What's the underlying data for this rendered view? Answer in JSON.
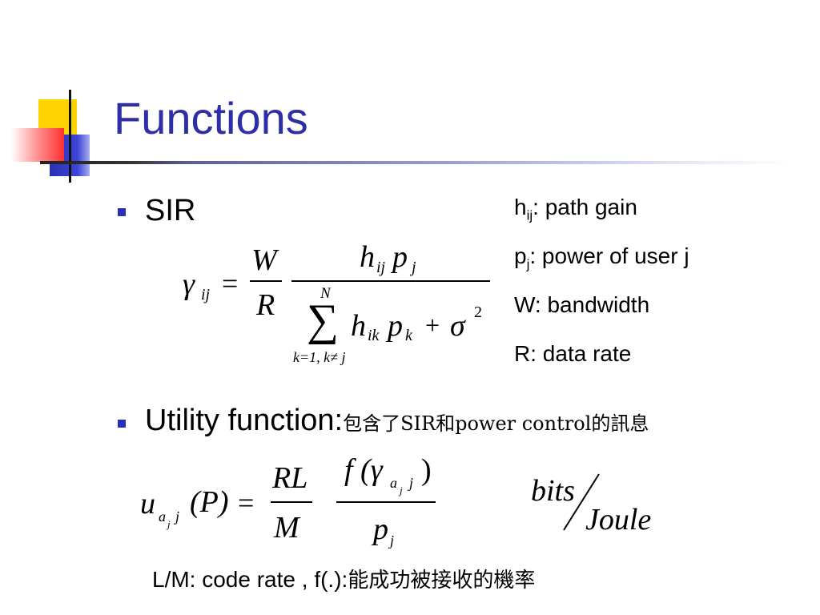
{
  "title": "Functions",
  "bullets": {
    "sir": "SIR",
    "utility_label": "Utility function:",
    "utility_note": "包含了SIR和power control的訊息"
  },
  "definitions": [
    {
      "sym": "h",
      "sub": "ij",
      "text": ": path gain"
    },
    {
      "sym": "p",
      "sub": "j",
      "text": ": power of user j"
    },
    {
      "sym": "W",
      "sub": "",
      "text": ": bandwidth"
    },
    {
      "sym": "R",
      "sub": "",
      "text": ": data rate"
    }
  ],
  "sir_formula": {
    "lhs": "γ",
    "lhs_sub": "ij",
    "eq": "=",
    "w": "W",
    "r": "R",
    "num_h": "h",
    "num_h_sub": "ij",
    "num_p": "p",
    "num_p_sub": "j",
    "sum": "∑",
    "sum_top": "N",
    "sum_bottom": "k=1, k≠ j",
    "den_h": "h",
    "den_h_sub": "ik",
    "den_p": "p",
    "den_p_sub": "k",
    "plus": "+",
    "sigma": "σ",
    "sigma_sup": "2"
  },
  "utility_formula": {
    "u": "u",
    "u_sub": "a",
    "u_sub_sub": "j",
    "u_sub2": "j",
    "arg": "(P)",
    "eq": "=",
    "rl": "RL",
    "m": "M",
    "f_open": "f (γ",
    "f_sub": "a",
    "f_sub_sub": "j",
    "f_sub2": "j",
    "f_close": ")",
    "p": "p",
    "p_sub": "j",
    "unit_top": "bits",
    "unit_bottom": "Joule"
  },
  "footnote": {
    "text": "L/M: code rate , f(.):",
    "cjk": "能成功被接收的機率"
  },
  "colors": {
    "title": "#2e2ea6",
    "bullet": "#2a2fb8",
    "accent_yellow": "#ffd200",
    "accent_red": "#ff3030"
  }
}
